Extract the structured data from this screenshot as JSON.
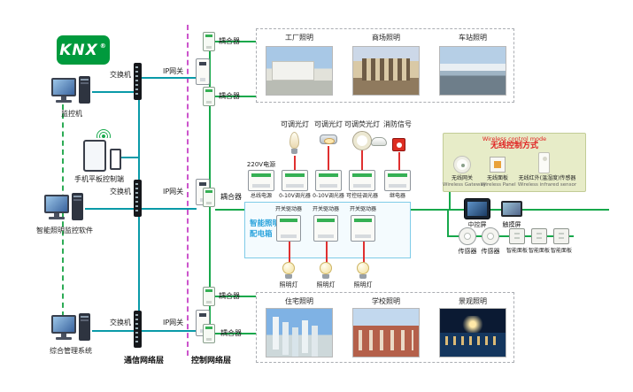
{
  "logo": {
    "text": "KNX",
    "reg_mark": "®",
    "color": "#009a3d"
  },
  "colors": {
    "knx_bus_green": "#17a84b",
    "lan_teal": "#0a9aa8",
    "layer_divider_magenta": "#cc55cc",
    "alarm_red": "#e03030",
    "distribution_box_blue": "#29a3dc",
    "wireless_box_bg": "#e7ecc8",
    "wireless_title_red": "#e02020"
  },
  "left_devices": [
    {
      "icon": "desktop-computer",
      "label": "监控机"
    },
    {
      "icon": "tablet-and-phone",
      "label": "手机平板控制端"
    },
    {
      "icon": "desktop-computer",
      "label": "智能照明监控软件"
    },
    {
      "icon": "desktop-computer",
      "label": "综合管理系统"
    }
  ],
  "network": {
    "switches": [
      {
        "label": "交换机"
      },
      {
        "label": "交换机"
      },
      {
        "label": "交换机"
      }
    ],
    "ip_gateways": [
      {
        "label": "IP网关"
      },
      {
        "label": "IP网关"
      },
      {
        "label": "IP网关"
      }
    ],
    "couplers": [
      {
        "label": "耦合器"
      },
      {
        "label": "耦合器"
      },
      {
        "label": "耦合器"
      },
      {
        "label": "耦合器"
      },
      {
        "label": "耦合器"
      }
    ],
    "layers": {
      "communication": "通信网络层",
      "control": "控制网络层"
    }
  },
  "application_groups": {
    "top": [
      {
        "label": "工厂照明"
      },
      {
        "label": "商场照明"
      },
      {
        "label": "车站照明"
      }
    ],
    "bottom": [
      {
        "label": "住宅照明"
      },
      {
        "label": "学校照明"
      },
      {
        "label": "景观照明"
      }
    ]
  },
  "field_devices": [
    {
      "icon": "dimmable-lamp",
      "label": "可调光灯"
    },
    {
      "icon": "downlight",
      "label": "可调光灯"
    },
    {
      "icon": "fluorescent-lamp",
      "label": "可调荧光灯"
    },
    {
      "icon": "smoke-detector-and-alarm",
      "label": "消防信号"
    }
  ],
  "din_rail_modules": {
    "input_label": "220V电源",
    "items": [
      {
        "label": "总线电源"
      },
      {
        "label": "0-10V调光器"
      },
      {
        "label": "0-10V调光器"
      },
      {
        "label": "可控硅调光器"
      },
      {
        "label": "继电器"
      }
    ]
  },
  "distribution_box": {
    "title_line1": "智能照明",
    "title_line2": "配电箱",
    "actuators": [
      {
        "label": "开关驱动器"
      },
      {
        "label": "开关驱动器"
      },
      {
        "label": "开关驱动器"
      }
    ],
    "lamps": [
      {
        "label": "照明灯"
      },
      {
        "label": "照明灯"
      },
      {
        "label": "照明灯"
      }
    ]
  },
  "wireless_panel": {
    "title_en": "Wireless control mode",
    "title_zh": "无线控制方式",
    "devices": [
      {
        "icon": "wireless-gateway",
        "zh": "无线网关",
        "en": "Wireless Gateway"
      },
      {
        "icon": "wireless-panel",
        "zh": "无线面板",
        "en": "Wireless Panel"
      },
      {
        "icon": "wireless-sensor",
        "zh": "无线红外(温湿度)传感器",
        "en": "Wireless infrared sensor"
      }
    ]
  },
  "control_devices": {
    "screens": [
      {
        "label": "中控屏"
      },
      {
        "label": "触摸屏"
      }
    ],
    "sensors": [
      {
        "label": "传感器"
      },
      {
        "label": "传感器"
      }
    ],
    "panels": [
      {
        "label": "智能面板"
      },
      {
        "label": "智能面板"
      },
      {
        "label": "智能面板"
      }
    ]
  }
}
